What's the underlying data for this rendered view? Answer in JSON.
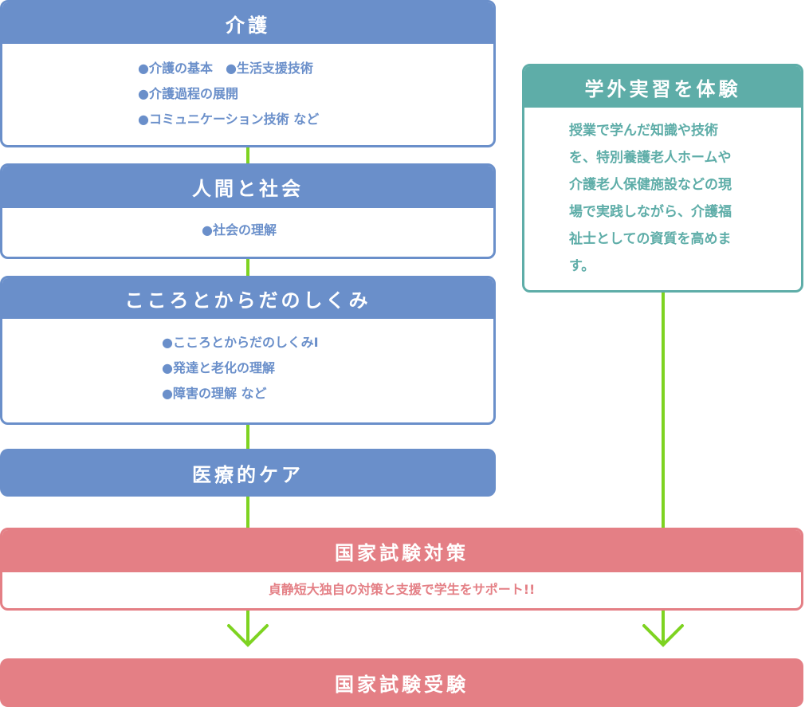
{
  "kaigo": {
    "title": "介護",
    "items": [
      "●介護の基本　●生活支援技術",
      "●介護過程の展開",
      "●コミュニケーション技術 など"
    ]
  },
  "ningen": {
    "title": "人間と社会",
    "items": [
      "●社会の理解"
    ]
  },
  "kokoro": {
    "title": "こころとからだのしくみ",
    "items": [
      "●こころとからだのしくみⅠ",
      "●発達と老化の理解",
      "●障害の理解 など"
    ]
  },
  "iryo": {
    "title": "医療的ケア"
  },
  "gakugai": {
    "title": "学外実習を体験",
    "lines": [
      "授業で学んだ知識や技術",
      "を、特別養護老人ホームや",
      "介護老人保健施設などの現",
      "場で実践しながら、介護福",
      "祉士としての資質を高めま",
      "す。"
    ]
  },
  "taisaku": {
    "title": "国家試験対策",
    "text": "貞静短大独自の対策と支援で学生をサポート!!"
  },
  "juken": {
    "title": "国家試験受験"
  },
  "colors": {
    "blue": "#6a8fca",
    "teal": "#5eada8",
    "pink": "#e47f85",
    "green": "#7ed321"
  }
}
